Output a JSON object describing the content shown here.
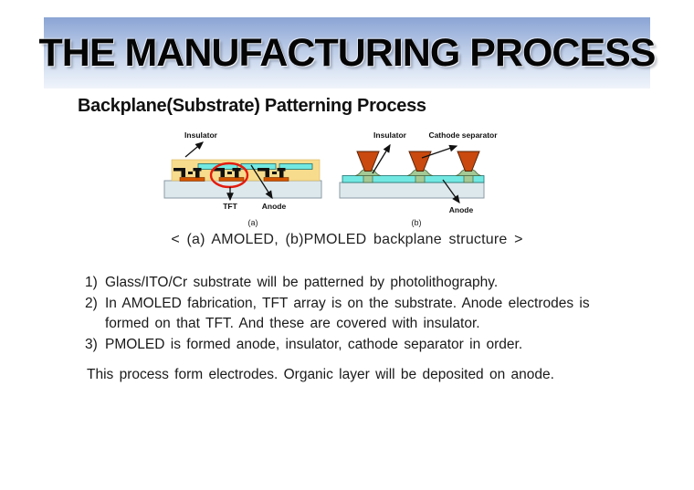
{
  "slide": {
    "title": "THE MANUFACTURING PROCESS",
    "subtitle": "Backplane(Substrate) Patterning Process",
    "caption": "< (a) AMOLED, (b)PMOLED backplane structure >",
    "steps": [
      {
        "num": "1)",
        "text": "Glass/ITO/Cr substrate will be patterned by photolithography."
      },
      {
        "num": "2)",
        "text": "In AMOLED fabrication, TFT array is on the substrate. Anode electrodes is formed on that TFT. And these are covered with insulator."
      },
      {
        "num": "3)",
        "text": "PMOLED is formed anode, insulator, cathode separator in order."
      }
    ],
    "closing": "This process form electrodes. Organic layer will be deposited on anode."
  },
  "banner": {
    "gradient_top": "#8AA4D4",
    "gradient_bottom": "#F0F4FB"
  },
  "diagram_a": {
    "labels": {
      "insulator": "Insulator",
      "tft": "TFT",
      "anode": "Anode",
      "tag": "(a)"
    },
    "colors": {
      "insulator_layer": "#F8DC8E",
      "anode_bar": "#72E8E2",
      "substrate": "#DDE8EC",
      "tft_base": "#D35400",
      "tft_symbol": "#111111",
      "highlight_ellipse": "#E41B0E"
    }
  },
  "diagram_b": {
    "labels": {
      "insulator": "Insulator",
      "cathode_separator": "Cathode separator",
      "anode": "Anode",
      "tag": "(b)"
    },
    "colors": {
      "cathode_separator": "#C9490E",
      "insulator_bump": "#A5C995",
      "anode_layer": "#72E8E2",
      "substrate": "#DDE8EC"
    }
  }
}
